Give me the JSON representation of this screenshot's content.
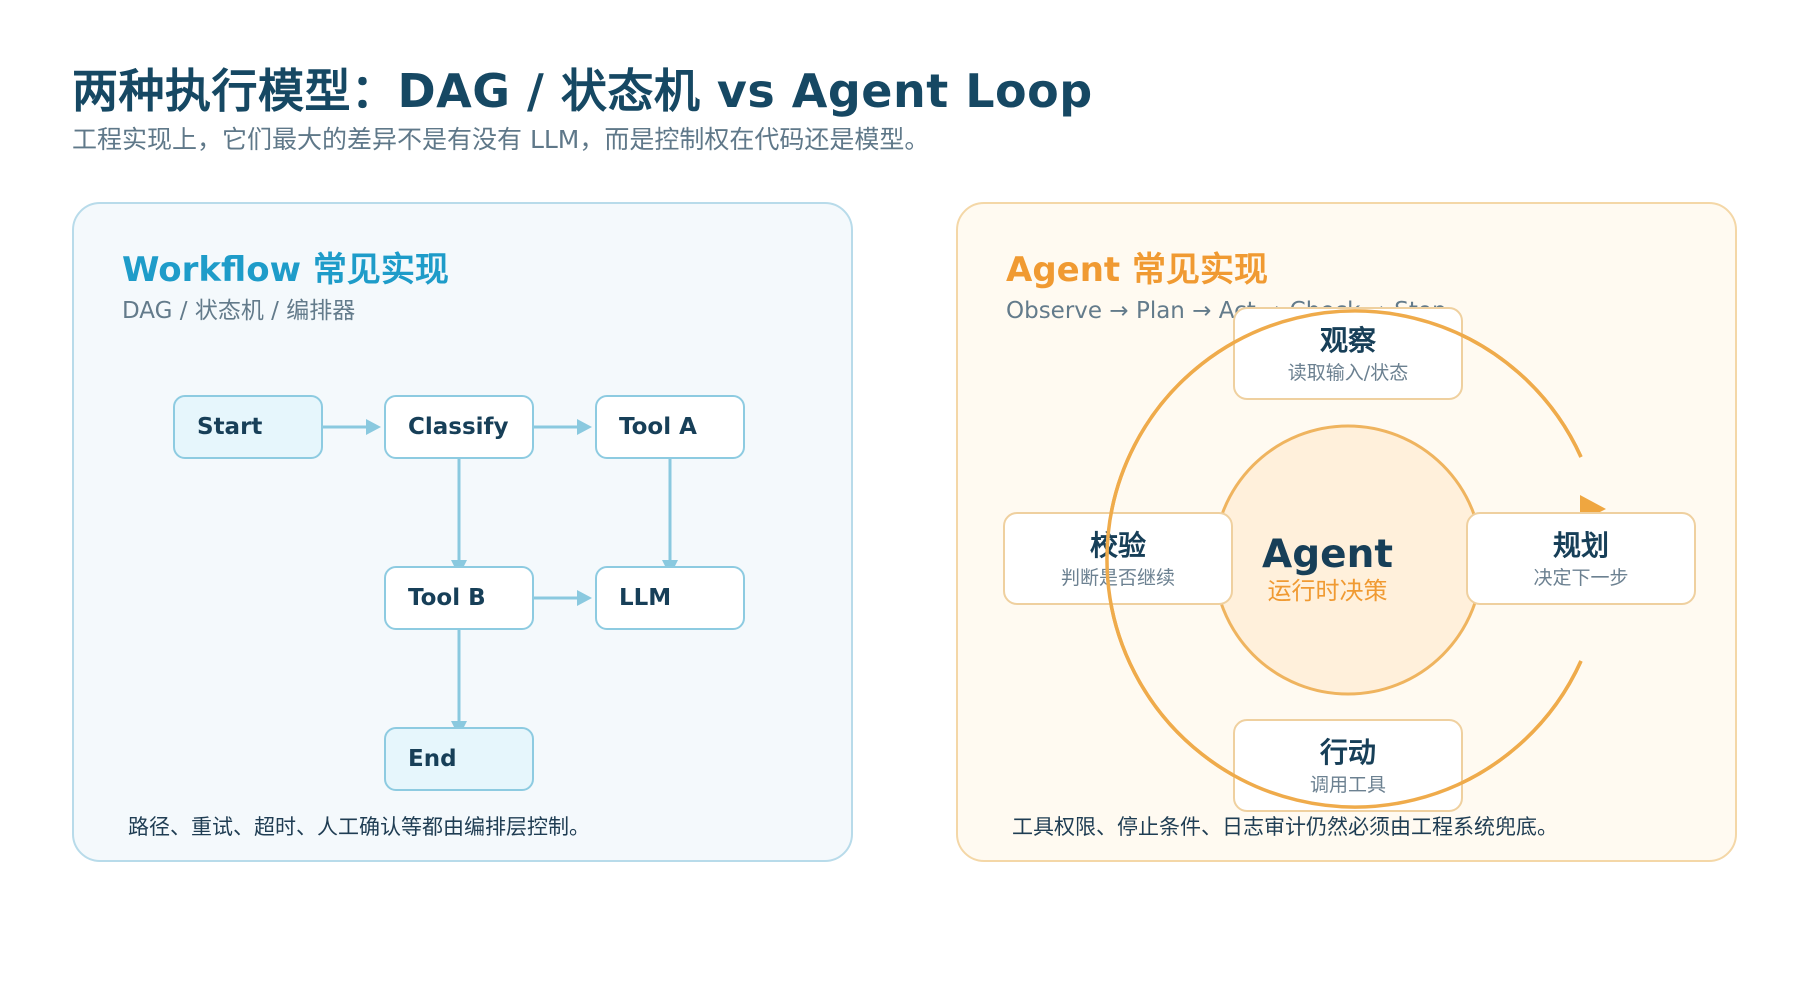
{
  "header": {
    "title": "两种执行模型：DAG / 状态机 vs Agent Loop",
    "subtitle": "工程实现上，它们最大的差异不是有没有 LLM，而是控制权在代码还是模型。"
  },
  "workflow": {
    "title": "Workflow 常见实现",
    "subtitle": "DAG / 状态机 / 编排器",
    "nodes": {
      "start": "Start",
      "classify": "Classify",
      "tool_a": "Tool A",
      "tool_b": "Tool B",
      "llm": "LLM",
      "end": "End"
    },
    "footer": "路径、重试、超时、人工确认等都由编排层控制。"
  },
  "agent": {
    "title": "Agent 常见实现",
    "subtitle": "Observe → Plan → Act → Check → Stop",
    "center": {
      "title": "Agent",
      "subtitle": "运行时决策"
    },
    "steps": {
      "observe": {
        "title": "观察",
        "subtitle": "读取输入/状态"
      },
      "plan": {
        "title": "规划",
        "subtitle": "决定下一步"
      },
      "act": {
        "title": "行动",
        "subtitle": "调用工具"
      },
      "check": {
        "title": "校验",
        "subtitle": "判断是否继续"
      }
    },
    "footer": "工具权限、停止条件、日志审计仍然必须由工程系统兜底。"
  },
  "colors": {
    "title": "#164863",
    "workflow_accent": "#1e9cc9",
    "agent_accent": "#f09a32",
    "workflow_line": "#8ac9df",
    "agent_line": "#efab4b"
  }
}
